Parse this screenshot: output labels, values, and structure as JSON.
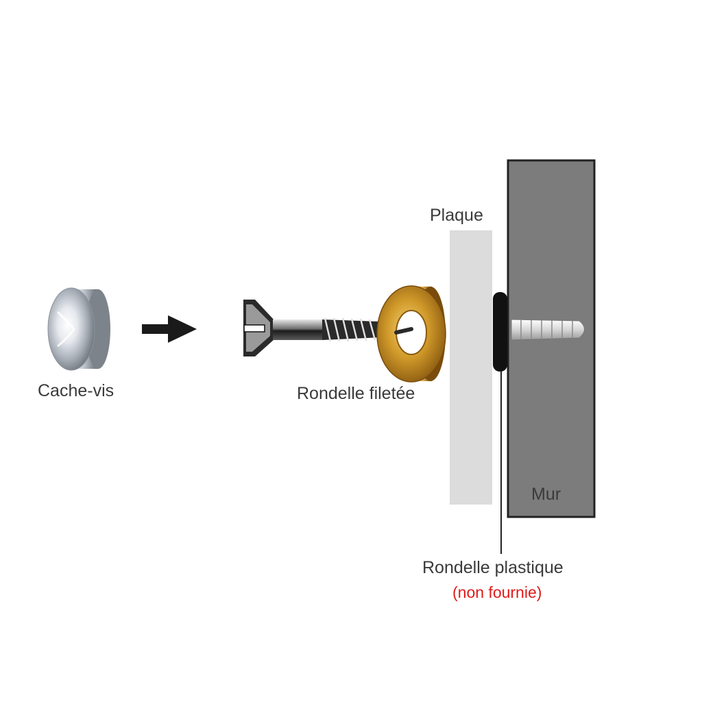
{
  "labels": {
    "cap": "Cache-vis",
    "threaded_washer": "Rondelle filetée",
    "plate": "Plaque",
    "wall": "Mur",
    "plastic_washer": "Rondelle plastique",
    "not_supplied": "(non fournie)"
  },
  "colors": {
    "text": "#3a3a3a",
    "note": "#e01b1b",
    "wall_fill": "#7c7c7c",
    "wall_border": "#222222",
    "plate_fill": "#dcdcdc",
    "washer_gold": "#c8921e",
    "plastic_washer": "#111111"
  }
}
